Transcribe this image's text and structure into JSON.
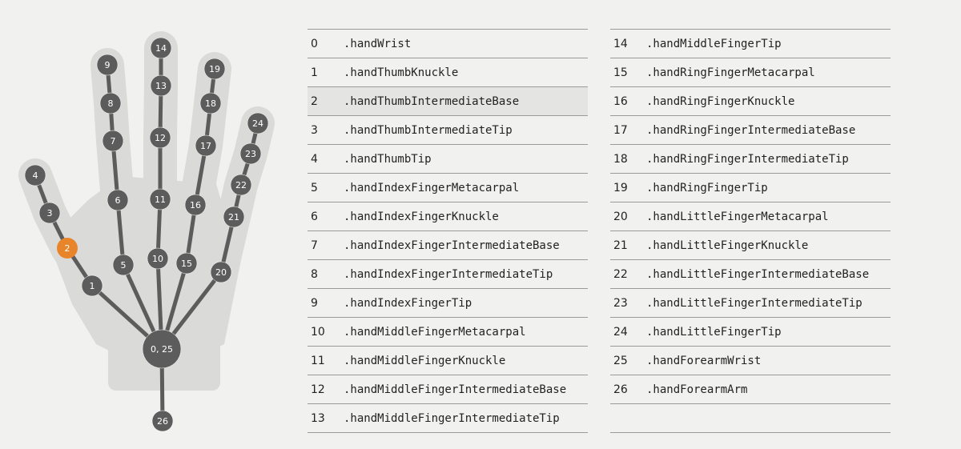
{
  "hand_diagram": {
    "highlight_color": "#e8852a",
    "joint_color": "#5c5c5c",
    "hand_color": "#dadad8",
    "joints": [
      {
        "label": "0, 25",
        "highlighted": false
      },
      {
        "label": "1",
        "highlighted": false
      },
      {
        "label": "2",
        "highlighted": true
      },
      {
        "label": "3",
        "highlighted": false
      },
      {
        "label": "4",
        "highlighted": false
      },
      {
        "label": "5",
        "highlighted": false
      },
      {
        "label": "6",
        "highlighted": false
      },
      {
        "label": "7",
        "highlighted": false
      },
      {
        "label": "8",
        "highlighted": false
      },
      {
        "label": "9",
        "highlighted": false
      },
      {
        "label": "10",
        "highlighted": false
      },
      {
        "label": "11",
        "highlighted": false
      },
      {
        "label": "12",
        "highlighted": false
      },
      {
        "label": "13",
        "highlighted": false
      },
      {
        "label": "14",
        "highlighted": false
      },
      {
        "label": "15",
        "highlighted": false
      },
      {
        "label": "16",
        "highlighted": false
      },
      {
        "label": "17",
        "highlighted": false
      },
      {
        "label": "18",
        "highlighted": false
      },
      {
        "label": "19",
        "highlighted": false
      },
      {
        "label": "20",
        "highlighted": false
      },
      {
        "label": "21",
        "highlighted": false
      },
      {
        "label": "22",
        "highlighted": false
      },
      {
        "label": "23",
        "highlighted": false
      },
      {
        "label": "24",
        "highlighted": false
      },
      {
        "label": "26",
        "highlighted": false
      }
    ]
  },
  "joint_table": {
    "left_rows": [
      {
        "index": "0",
        "name": ".handWrist"
      },
      {
        "index": "1",
        "name": ".handThumbKnuckle"
      },
      {
        "index": "2",
        "name": ".handThumbIntermediateBase",
        "highlighted": true
      },
      {
        "index": "3",
        "name": ".handThumbIntermediateTip"
      },
      {
        "index": "4",
        "name": ".handThumbTip"
      },
      {
        "index": "5",
        "name": ".handIndexFingerMetacarpal"
      },
      {
        "index": "6",
        "name": ".handIndexFingerKnuckle"
      },
      {
        "index": "7",
        "name": ".handIndexFingerIntermediateBase"
      },
      {
        "index": "8",
        "name": ".handIndexFingerIntermediateTip"
      },
      {
        "index": "9",
        "name": ".handIndexFingerTip"
      },
      {
        "index": "10",
        "name": ".handMiddleFingerMetacarpal"
      },
      {
        "index": "11",
        "name": ".handMiddleFingerKnuckle"
      },
      {
        "index": "12",
        "name": ".handMiddleFingerIntermediateBase"
      },
      {
        "index": "13",
        "name": ".handMiddleFingerIntermediateTip"
      }
    ],
    "right_rows": [
      {
        "index": "14",
        "name": ".handMiddleFingerTip"
      },
      {
        "index": "15",
        "name": ".handRingFingerMetacarpal"
      },
      {
        "index": "16",
        "name": ".handRingFingerKnuckle"
      },
      {
        "index": "17",
        "name": ".handRingFingerIntermediateBase"
      },
      {
        "index": "18",
        "name": ".handRingFingerIntermediateTip"
      },
      {
        "index": "19",
        "name": ".handRingFingerTip"
      },
      {
        "index": "20",
        "name": ".handLittleFingerMetacarpal"
      },
      {
        "index": "21",
        "name": ".handLittleFingerKnuckle"
      },
      {
        "index": "22",
        "name": ".handLittleFingerIntermediateBase"
      },
      {
        "index": "23",
        "name": ".handLittleFingerIntermediateTip"
      },
      {
        "index": "24",
        "name": ".handLittleFingerTip"
      },
      {
        "index": "25",
        "name": ".handForearmWrist"
      },
      {
        "index": "26",
        "name": ".handForearmArm"
      },
      {
        "index": "",
        "name": ""
      }
    ]
  }
}
